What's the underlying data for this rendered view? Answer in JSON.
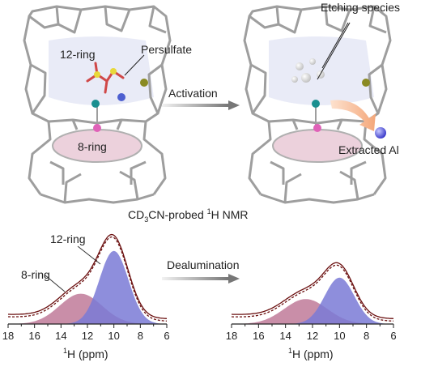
{
  "top": {
    "left_ring_large": "12-ring",
    "left_ring_small": "8-ring",
    "persulfate": "Persulfate",
    "activation": "Activation",
    "etching": "Etching species",
    "extracted": "Extracted Al"
  },
  "nmr": {
    "title_parts": {
      "a": "CD",
      "b": "3",
      "c": "CN-probed ",
      "d": "1",
      "e": "H NMR"
    },
    "ring12": "12-ring",
    "ring8": "8-ring",
    "dealumination": "Dealumination",
    "axis_sup": "1",
    "axis_main": "H (ppm)",
    "ticks": [
      "18",
      "16",
      "14",
      "12",
      "10",
      "8",
      "6"
    ]
  },
  "colors": {
    "framework": "#9e9e9e",
    "cage_fill": "#e9ebf7",
    "pink_fill": "#ecd1dc",
    "blue_peak": "#7a7ad6",
    "pink_peak": "#c07a99",
    "total_line": "#6b1010"
  },
  "chart_data": [
    {
      "type": "area",
      "panel": "before",
      "xlabel": "1H (ppm)",
      "xlim": [
        18,
        6
      ],
      "series": [
        {
          "name": "8-ring",
          "center": 12.5,
          "width": 1.6,
          "height": 0.34
        },
        {
          "name": "12-ring",
          "center": 10.0,
          "width": 1.1,
          "height": 0.82
        }
      ]
    },
    {
      "type": "area",
      "panel": "after",
      "xlabel": "1H (ppm)",
      "xlim": [
        18,
        6
      ],
      "series": [
        {
          "name": "8-ring",
          "center": 12.5,
          "width": 1.6,
          "height": 0.28
        },
        {
          "name": "12-ring",
          "center": 10.0,
          "width": 1.1,
          "height": 0.52
        }
      ]
    }
  ]
}
